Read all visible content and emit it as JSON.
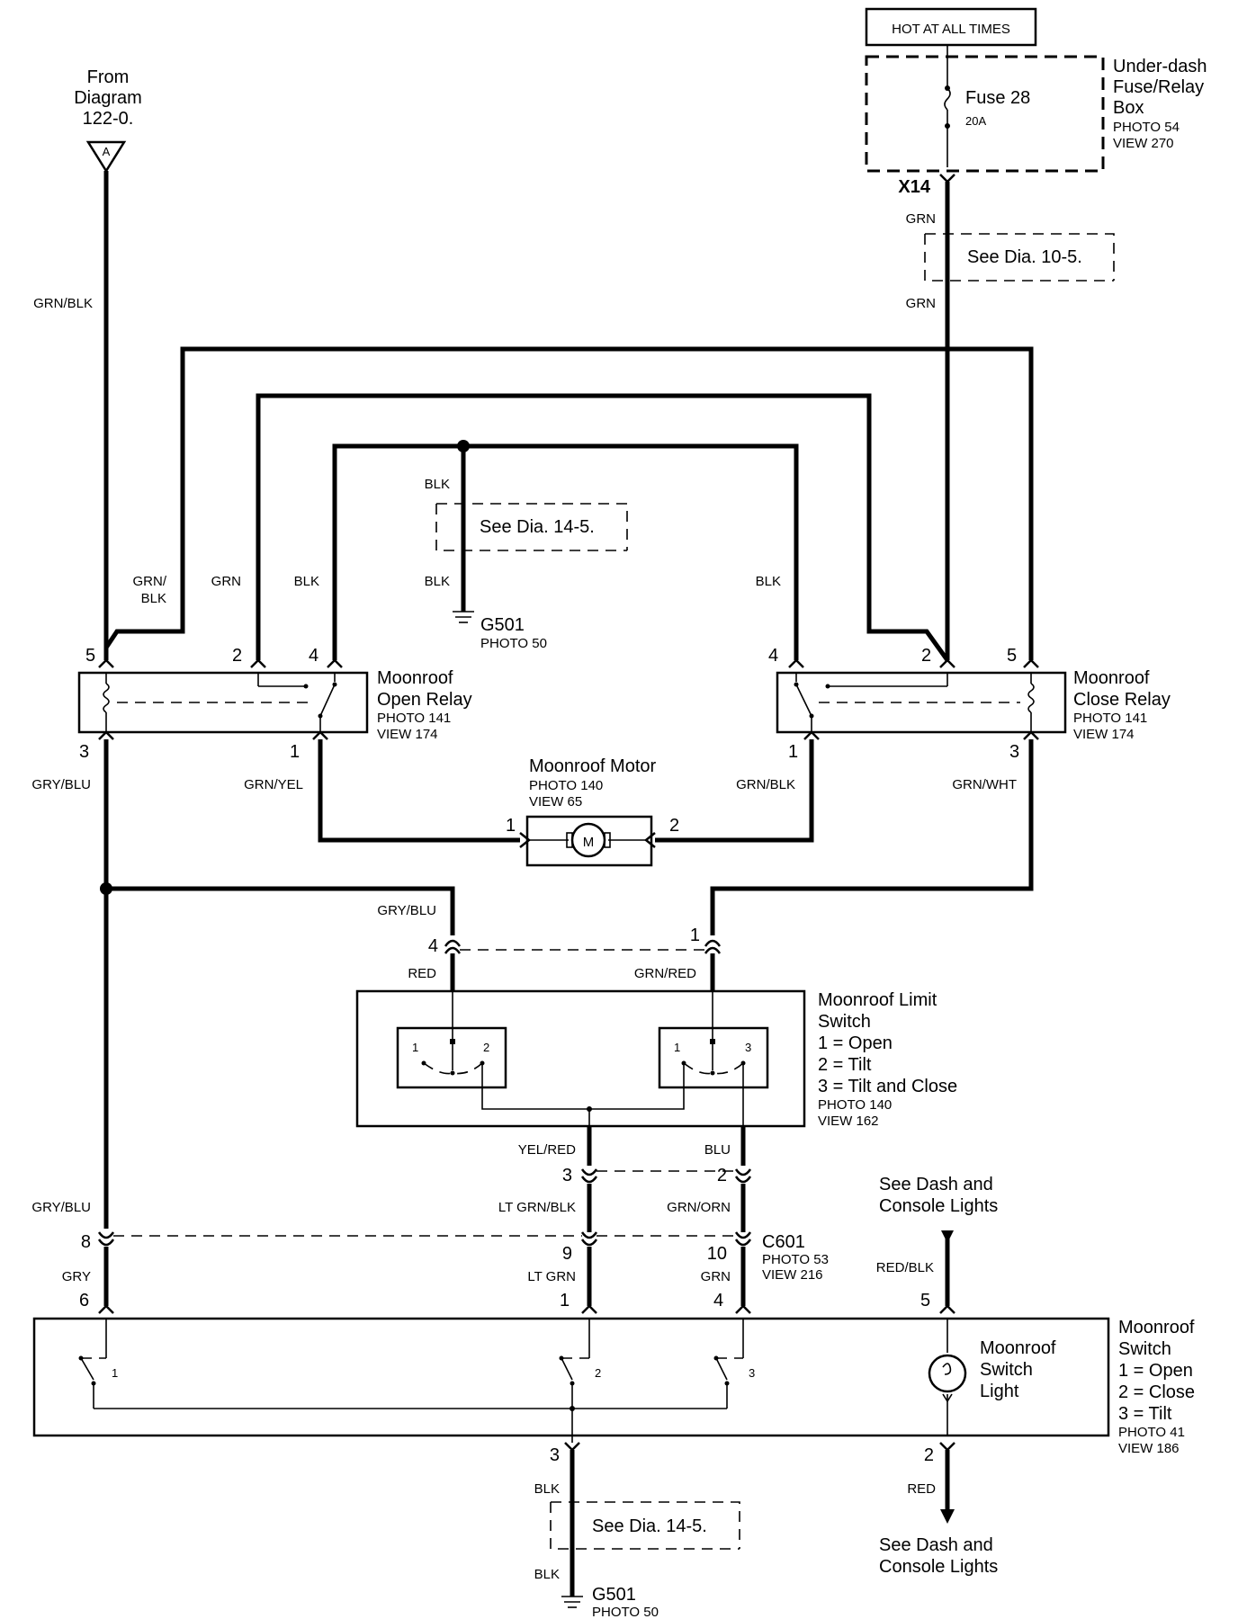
{
  "top": {
    "hot_label": "HOT AT ALL TIMES",
    "fuse_name": "Fuse 28",
    "fuse_rating": "20A",
    "fusebox_name_1": "Under-dash",
    "fusebox_name_2": "Fuse/Relay",
    "fusebox_name_3": "Box",
    "fusebox_photo": "PHOTO 54",
    "fusebox_view": "VIEW 270",
    "x14": "X14",
    "grn_top": "GRN",
    "see_10_5": "See Dia. 10-5.",
    "grn_below": "GRN"
  },
  "from": {
    "line1": "From",
    "line2": "Diagram",
    "line3": "122-0.",
    "tag": "A",
    "wire": "GRN/BLK"
  },
  "ground_top": {
    "blk_upper": "BLK",
    "see_14_5": "See Dia. 14-5.",
    "blk_lower": "BLK",
    "name": "G501",
    "photo": "PHOTO 50"
  },
  "open_relay": {
    "name1": "Moonroof",
    "name2": "Open Relay",
    "photo": "PHOTO 141",
    "view": "VIEW 174",
    "w5_1": "GRN/",
    "w5_2": "BLK",
    "w2": "GRN",
    "w4": "BLK",
    "p5": "5",
    "p2": "2",
    "p4": "4",
    "p3": "3",
    "p1": "1",
    "w3": "GRY/BLU",
    "w1": "GRN/YEL"
  },
  "close_relay": {
    "name1": "Moonroof",
    "name2": "Close Relay",
    "photo": "PHOTO 141",
    "view": "VIEW 174",
    "w4": "BLK",
    "p4": "4",
    "p2": "2",
    "p5": "5",
    "p1": "1",
    "p3": "3",
    "w1": "GRN/BLK",
    "w3": "GRN/WHT"
  },
  "motor": {
    "name": "Moonroof Motor",
    "photo": "PHOTO 140",
    "view": "VIEW 65",
    "p1": "1",
    "p2": "2",
    "symbol": "M"
  },
  "limit": {
    "w_left_top": "GRY/BLU",
    "p4": "4",
    "p1": "1",
    "w_red": "RED",
    "w_grnred": "GRN/RED",
    "name1": "Moonroof Limit",
    "name2": "Switch",
    "open": "1 = Open",
    "tilt": "2 = Tilt",
    "tilt_close": "3 = Tilt and Close",
    "photo": "PHOTO 140",
    "view": "VIEW 162",
    "sw1_a": "1",
    "sw1_b": "2",
    "sw2_a": "1",
    "sw2_b": "3",
    "w_yelred": "YEL/RED",
    "w_blu": "BLU",
    "p3": "3",
    "p2": "2"
  },
  "c601": {
    "w_grybl": "GRY/BLU",
    "w_ltgrnblk": "LT GRN/BLK",
    "w_grnorn": "GRN/ORN",
    "p8": "8",
    "p9": "9",
    "p10": "10",
    "name": "C601",
    "photo": "PHOTO 53",
    "view": "VIEW 216",
    "w_gry": "GRY",
    "w_ltgrn": "LT GRN",
    "w_grn": "GRN"
  },
  "dash_top": {
    "line1": "See Dash and",
    "line2": "Console Lights",
    "wire": "RED/BLK"
  },
  "switch": {
    "p6": "6",
    "p1": "1",
    "p4": "4",
    "p5": "5",
    "name1": "Moonroof",
    "name2": "Switch",
    "open": "1 = Open",
    "close": "2 = Close",
    "tilt": "3 = Tilt",
    "photo": "PHOTO 41",
    "view": "VIEW 186",
    "light1": "Moonroof",
    "light2": "Switch",
    "light3": "Light",
    "s1": "1",
    "s2": "2",
    "s3": "3",
    "p3": "3",
    "p2": "2"
  },
  "bottom": {
    "blk_upper": "BLK",
    "see_14_5": "See Dia. 14-5.",
    "blk_lower": "BLK",
    "g501": "G501",
    "photo": "PHOTO 50",
    "red": "RED",
    "dash1": "See Dash and",
    "dash2": "Console Lights"
  }
}
